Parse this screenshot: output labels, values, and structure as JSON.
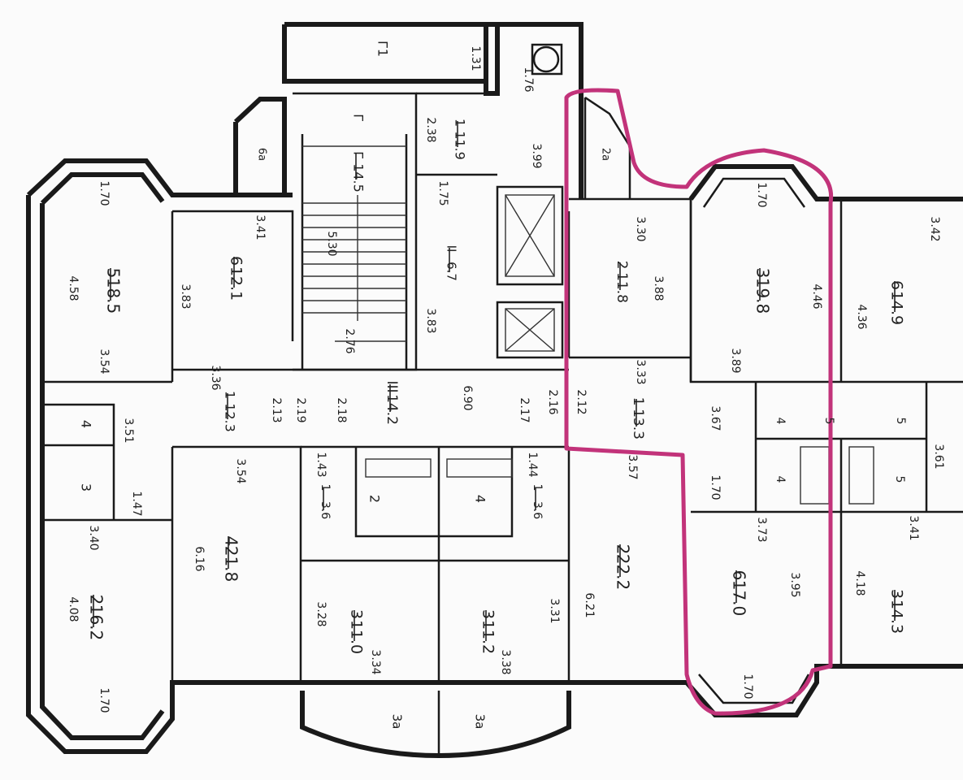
{
  "diagram": {
    "accent_outline_color": "#c2337a",
    "wall_color": "#1a1a1a",
    "rooms": [
      {
        "name": "room-5-left",
        "num": "5",
        "area": "18.5"
      },
      {
        "name": "room-6-left",
        "num": "6",
        "area": "12.1"
      },
      {
        "name": "room-1-left",
        "num": "1",
        "area": "12.3"
      },
      {
        "name": "room-4-left-bath",
        "num": "4",
        "area": ""
      },
      {
        "name": "room-3-left-bath",
        "num": "3",
        "area": ""
      },
      {
        "name": "room-2-left",
        "num": "2",
        "area": "16.2"
      },
      {
        "name": "room-4-center",
        "num": "4",
        "area": "21.8"
      },
      {
        "name": "room-1-center-a",
        "num": "1",
        "area": "3.6"
      },
      {
        "name": "room-2-center-bath",
        "num": "2",
        "area": ""
      },
      {
        "name": "room-4-center-bath",
        "num": "4",
        "area": ""
      },
      {
        "name": "room-1-center-b",
        "num": "1",
        "area": "3.6"
      },
      {
        "name": "room-3-center-a",
        "num": "3",
        "area": "11.0"
      },
      {
        "name": "room-3-center-b",
        "num": "3",
        "area": "11.2"
      },
      {
        "name": "room-3a-left",
        "num": "3a",
        "area": ""
      },
      {
        "name": "room-3a-right",
        "num": "3a",
        "area": ""
      },
      {
        "name": "room-III-hall",
        "num": "III",
        "area": "14.2"
      },
      {
        "name": "room-G-stair",
        "num": "Г",
        "area": "14.5"
      },
      {
        "name": "room-G-top",
        "num": "Г",
        "area": ""
      },
      {
        "name": "room-G1",
        "num": "Г1",
        "area": ""
      },
      {
        "name": "room-1-top",
        "num": "1",
        "area": "11.9"
      },
      {
        "name": "room-II",
        "num": "II",
        "area": "6.7"
      },
      {
        "name": "room-2-right",
        "num": "2",
        "area": "11.8"
      },
      {
        "name": "room-3-right",
        "num": "3",
        "area": "19.8"
      },
      {
        "name": "room-6-right",
        "num": "6",
        "area": "14.9"
      },
      {
        "name": "room-1-right",
        "num": "1",
        "area": "13.3"
      },
      {
        "name": "room-2-right-big",
        "num": "2",
        "area": "22.2"
      },
      {
        "name": "room-6-right-low",
        "num": "6",
        "area": "17.0"
      },
      {
        "name": "room-3-right-low",
        "num": "3",
        "area": "14.3"
      },
      {
        "name": "room-4-right-bath",
        "num": "4",
        "area": ""
      },
      {
        "name": "room-5-right-bath",
        "num": "5",
        "area": ""
      },
      {
        "name": "room-5-right-bath-b",
        "num": "5",
        "area": ""
      },
      {
        "name": "room-4-right-bath-b",
        "num": "4",
        "area": ""
      },
      {
        "name": "room-5-right-wc",
        "num": "5",
        "area": ""
      },
      {
        "name": "room-6a",
        "num": "6а",
        "area": ""
      },
      {
        "name": "room-2a",
        "num": "2а",
        "area": ""
      }
    ],
    "dimensions": [
      "1.70",
      "3.41",
      "4.58",
      "3.83",
      "3.54",
      "3.36",
      "2.13",
      "2.19",
      "2.18",
      "3.51",
      "1.47",
      "3.40",
      "4.08",
      "1.70",
      "3.54",
      "6.16",
      "1.43",
      "1.44",
      "3.28",
      "3.34",
      "3.38",
      "3.31",
      "6.21",
      "3.57",
      "2.17",
      "2.16",
      "2.12",
      "6.90",
      "5.30",
      "2.76",
      "3.83",
      "2.38",
      "3.99",
      "1.75",
      "1.31",
      "1.76",
      "3.30",
      "3.88",
      "1.70",
      "4.46",
      "3.89",
      "3.33",
      "3.42",
      "4.36",
      "3.67",
      "1.70",
      "3.73",
      "3.95",
      "4.18",
      "3.41",
      "1.70",
      "3.61"
    ]
  }
}
